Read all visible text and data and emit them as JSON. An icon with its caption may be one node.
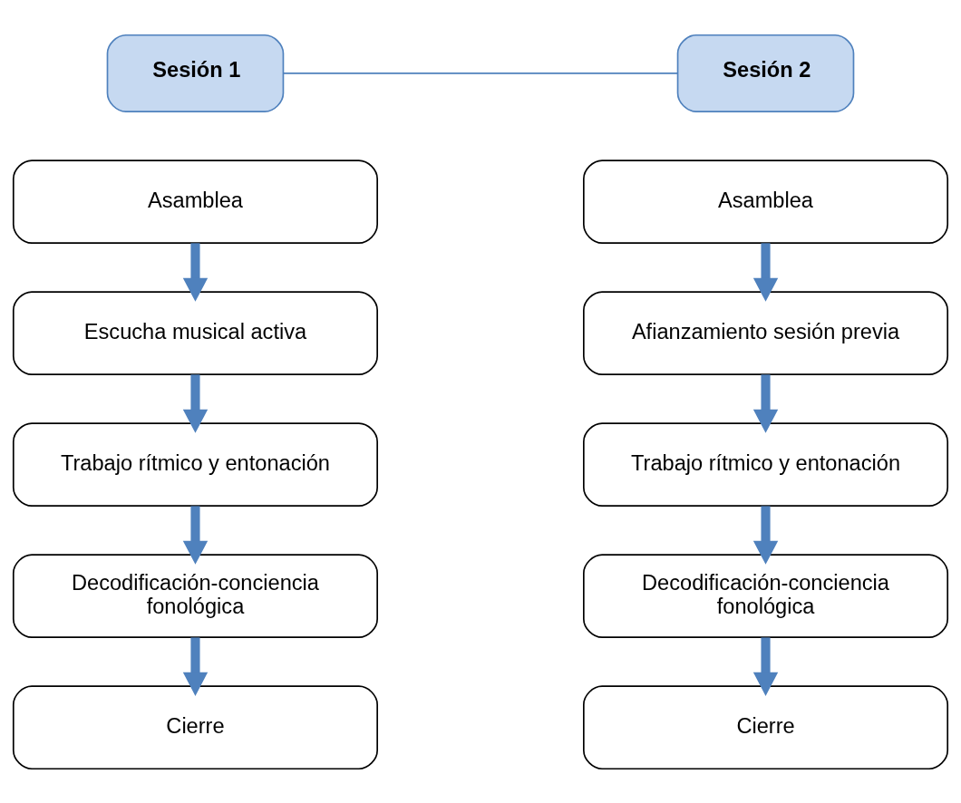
{
  "diagram": {
    "nodes": [
      {
        "text": [
          "Sesión 1"
        ]
      },
      {
        "text": [
          "Asamblea"
        ]
      },
      {
        "text": [
          "Escucha musical activa"
        ]
      },
      {
        "text": [
          "Trabajo rítmico y entonación"
        ]
      },
      {
        "text": [
          "Decodificación-conciencia fonológica"
        ]
      },
      {
        "text": [
          "Cierre"
        ]
      },
      {
        "text": [
          "Sesión 2"
        ]
      },
      {
        "text": [
          "Asamblea"
        ]
      },
      {
        "text": [
          "Afianzamiento sesión previa"
        ]
      },
      {
        "text": [
          "Trabajo rítmico y entonación"
        ]
      },
      {
        "text": [
          "Decodificación-conciencia fonológica"
        ]
      },
      {
        "text": [
          "Cierre"
        ]
      }
    ],
    "edges": [
      {
        "from": 0,
        "to": 6,
        "arrow": "none"
      },
      {
        "from": 1,
        "to": 2,
        "arrow": "to"
      },
      {
        "from": 2,
        "to": 3,
        "arrow": "to"
      },
      {
        "from": 3,
        "to": 4,
        "arrow": "to"
      },
      {
        "from": 4,
        "to": 5,
        "arrow": "to"
      },
      {
        "from": 7,
        "to": 8,
        "arrow": "to"
      },
      {
        "from": 8,
        "to": 9,
        "arrow": "to"
      },
      {
        "from": 9,
        "to": 10,
        "arrow": "to"
      },
      {
        "from": 10,
        "to": 11,
        "arrow": "to"
      }
    ]
  }
}
